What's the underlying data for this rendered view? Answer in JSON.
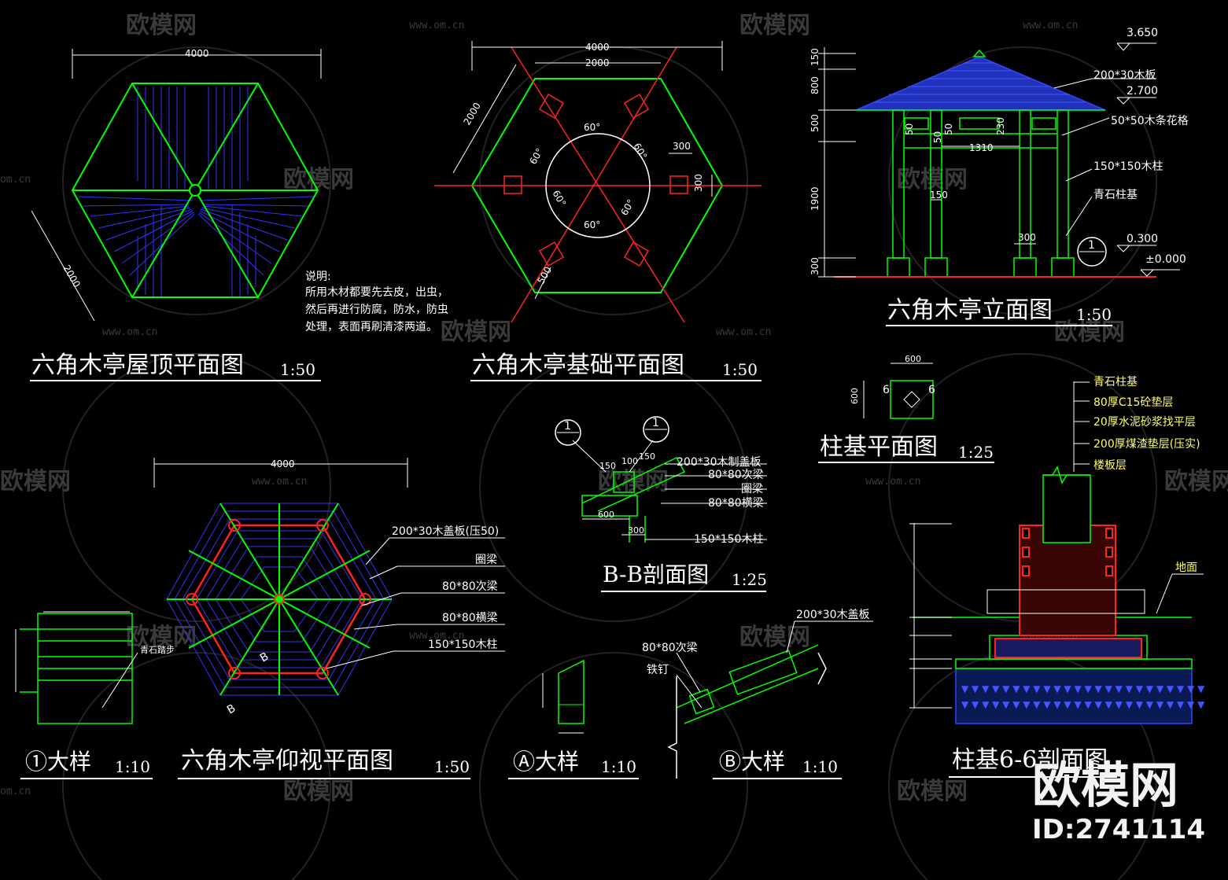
{
  "titles": {
    "roof_plan": "六角木亭屋顶平面图",
    "roof_plan_scale": "1:50",
    "foundation_plan": "六角木亭基础平面图",
    "foundation_plan_scale": "1:50",
    "elevation": "六角木亭立面图",
    "elevation_scale": "1:50",
    "column_base_plan": "柱基平面图",
    "column_base_plan_scale": "1:25",
    "bottom_view": "六角木亭仰视平面图",
    "bottom_view_scale": "1:50",
    "section_bb": "B-B剖面图",
    "section_bb_scale": "1:25",
    "detail_1": "①大样",
    "detail_1_scale": "1:10",
    "detail_a": "Ⓐ大样",
    "detail_a_scale": "1:10",
    "detail_b": "Ⓑ大样",
    "detail_b_scale": "1:10",
    "section_66": "柱基6-6剖面图"
  },
  "notes": {
    "heading": "说明:",
    "line1": "所用木材都要先去皮，出虫，",
    "line2": "然后再进行防腐，防水，防虫",
    "line3": "处理，表面再刷清漆两道。"
  },
  "dims": {
    "roof_width": "4000",
    "roof_side": "2000",
    "found_width": "4000",
    "found_inner": "2000",
    "found_side": "2000",
    "found_pad": "300",
    "found_pad_v": "300",
    "found_off": "500",
    "angle": "60°",
    "bottom_width": "4000",
    "elev_h1": "150",
    "elev_h2": "800",
    "elev_h3": "500",
    "elev_h4": "1900",
    "elev_h5": "300",
    "elev_span": "1310",
    "elev_col": "150",
    "elev_base": "300",
    "elev_s1": "50",
    "elev_s2": "50",
    "elev_s3": "230",
    "elev_s4": "50",
    "lvl_top": "3.650",
    "lvl_eave": "2.700",
    "lvl_base": "0.300",
    "lvl_zero": "±0.000",
    "cb_w": "600",
    "cb_h": "600",
    "cb_label": "6",
    "bb_a": "150",
    "bb_b": "100",
    "bb_c": "150",
    "bb_d": "600",
    "bb_e": "300",
    "callout_num": "1"
  },
  "labels": {
    "elev_board": "200*30木板",
    "elev_lattice": "50*50木条花格",
    "elev_column": "150*150木柱",
    "elev_base": "青石柱基",
    "bottom_cover": "200*30木盖板(压50)",
    "bottom_ring": "圈梁",
    "bottom_secondary": "80*80次梁",
    "bottom_cross": "80*80横梁",
    "bottom_column": "150*150木柱",
    "bb_cover": "200*30木制盖板",
    "bb_secondary": "80*80次梁",
    "bb_ring": "圈梁",
    "bb_cross": "80*80横梁",
    "bb_column": "150*150木柱",
    "detb_board": "200*30木盖板",
    "detb_beam": "80*80次梁",
    "detb_nail": "铁钉",
    "det1_note": "青石踏步",
    "layer1": "青石柱基",
    "layer2": "80厚C15砼垫层",
    "layer3": "20厚水泥砂浆找平层",
    "layer4": "200厚煤渣垫层(压实)",
    "layer5": "楼板层",
    "ground": "地面",
    "section_b": "B"
  },
  "watermark": {
    "url": "www.om.cn",
    "url_short": "om.cn",
    "logo": "欧模网",
    "brand": "欧模网",
    "id": "ID:2741114"
  },
  "colors": {
    "green": "#00ff00",
    "blue": "#3333ff",
    "red": "#ff2222",
    "white": "#ffffff",
    "yellow": "#ffff66"
  }
}
